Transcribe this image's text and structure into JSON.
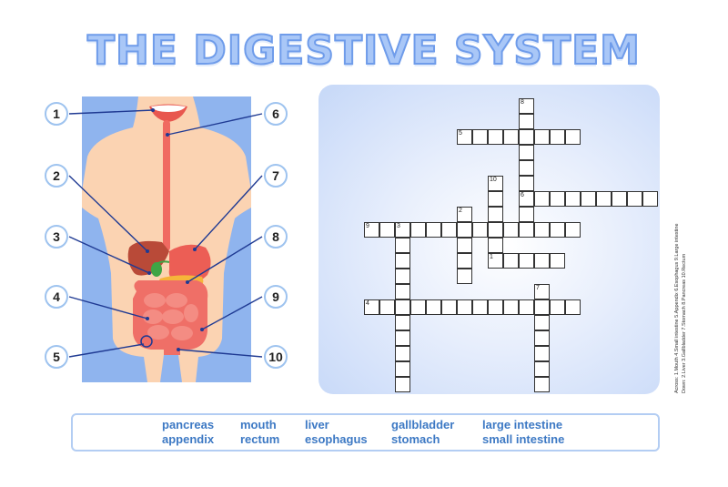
{
  "title": "THE DIGESTIVE SYSTEM",
  "labels": [
    "1",
    "2",
    "3",
    "4",
    "5",
    "6",
    "7",
    "8",
    "9",
    "10"
  ],
  "crossword": {
    "clue_numbers": {
      "n1": "1",
      "n2": "2",
      "n3": "3",
      "n4": "4",
      "n5": "5",
      "n6": "6",
      "n7": "7",
      "n8": "8",
      "n9": "9",
      "n10": "10"
    },
    "across": [
      {
        "number": "1",
        "length": 5
      },
      {
        "number": "4",
        "length": 14
      },
      {
        "number": "5",
        "length": 8
      },
      {
        "number": "6",
        "length": 9
      },
      {
        "number": "9",
        "length": 14
      }
    ],
    "down": [
      {
        "number": "2",
        "length": 5
      },
      {
        "number": "3",
        "length": 11
      },
      {
        "number": "7",
        "length": 7
      },
      {
        "number": "8",
        "length": 8
      },
      {
        "number": "10",
        "length": 6
      }
    ]
  },
  "clues": {
    "across": "Across: 1.Mouth 4.Small intestine 5.Appendix 6.Esophagus 9.Large intestine",
    "down": "Down: 2.Liver 3.Gallbladder 7.Stomach 8.Pancreas 10.Rectum"
  },
  "word_bank": {
    "row1": [
      "pancreas",
      "mouth",
      "liver",
      "gallbladder",
      "large intestine"
    ],
    "row2": [
      "appendix",
      "rectum",
      "esophagus",
      "stomach",
      "small intestine"
    ]
  },
  "colors": {
    "title_fill": "#a9c7f7",
    "title_outline": "#6f9cea",
    "body_background": "#8fb4ee",
    "skin": "#fbd3b2",
    "organ_red": "#e8574f",
    "leader_line": "#1f3a93",
    "word_text": "#3d79c4"
  }
}
